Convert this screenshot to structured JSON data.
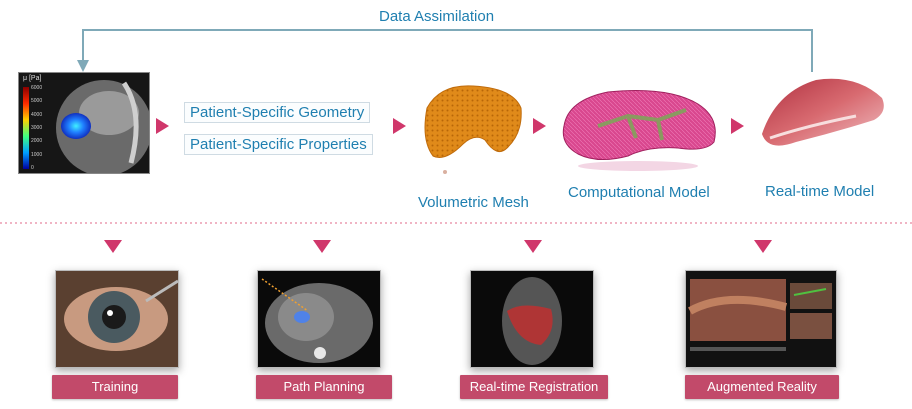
{
  "feedback": {
    "label": "Data Assimilation"
  },
  "mri": {
    "unit_label": "μ [Pa]",
    "scale_ticks": [
      "6000",
      "5000",
      "4000",
      "3000",
      "2000",
      "1000",
      "0"
    ]
  },
  "inputs": [
    "Patient-Specific Geometry",
    "Patient-Specific Properties"
  ],
  "stages": [
    {
      "label": "Volumetric Mesh",
      "icon": "liver-mesh"
    },
    {
      "label": "Computational Model",
      "icon": "liver-fem-model"
    },
    {
      "label": "Real-time Model",
      "icon": "liver-rendered"
    }
  ],
  "applications": [
    {
      "label": "Training",
      "icon": "eye-surgery-photo"
    },
    {
      "label": "Path Planning",
      "icon": "ct-scan-path"
    },
    {
      "label": "Real-time Registration",
      "icon": "mri-liver-overlay"
    },
    {
      "label": "Augmented Reality",
      "icon": "laparoscopic-ar-view"
    }
  ],
  "colors": {
    "accent": "#d0376b",
    "button": "#c24a6a",
    "label": "#1f7fb0",
    "feedback_line": "#7fa9b8",
    "divider": "#e06a8a"
  }
}
